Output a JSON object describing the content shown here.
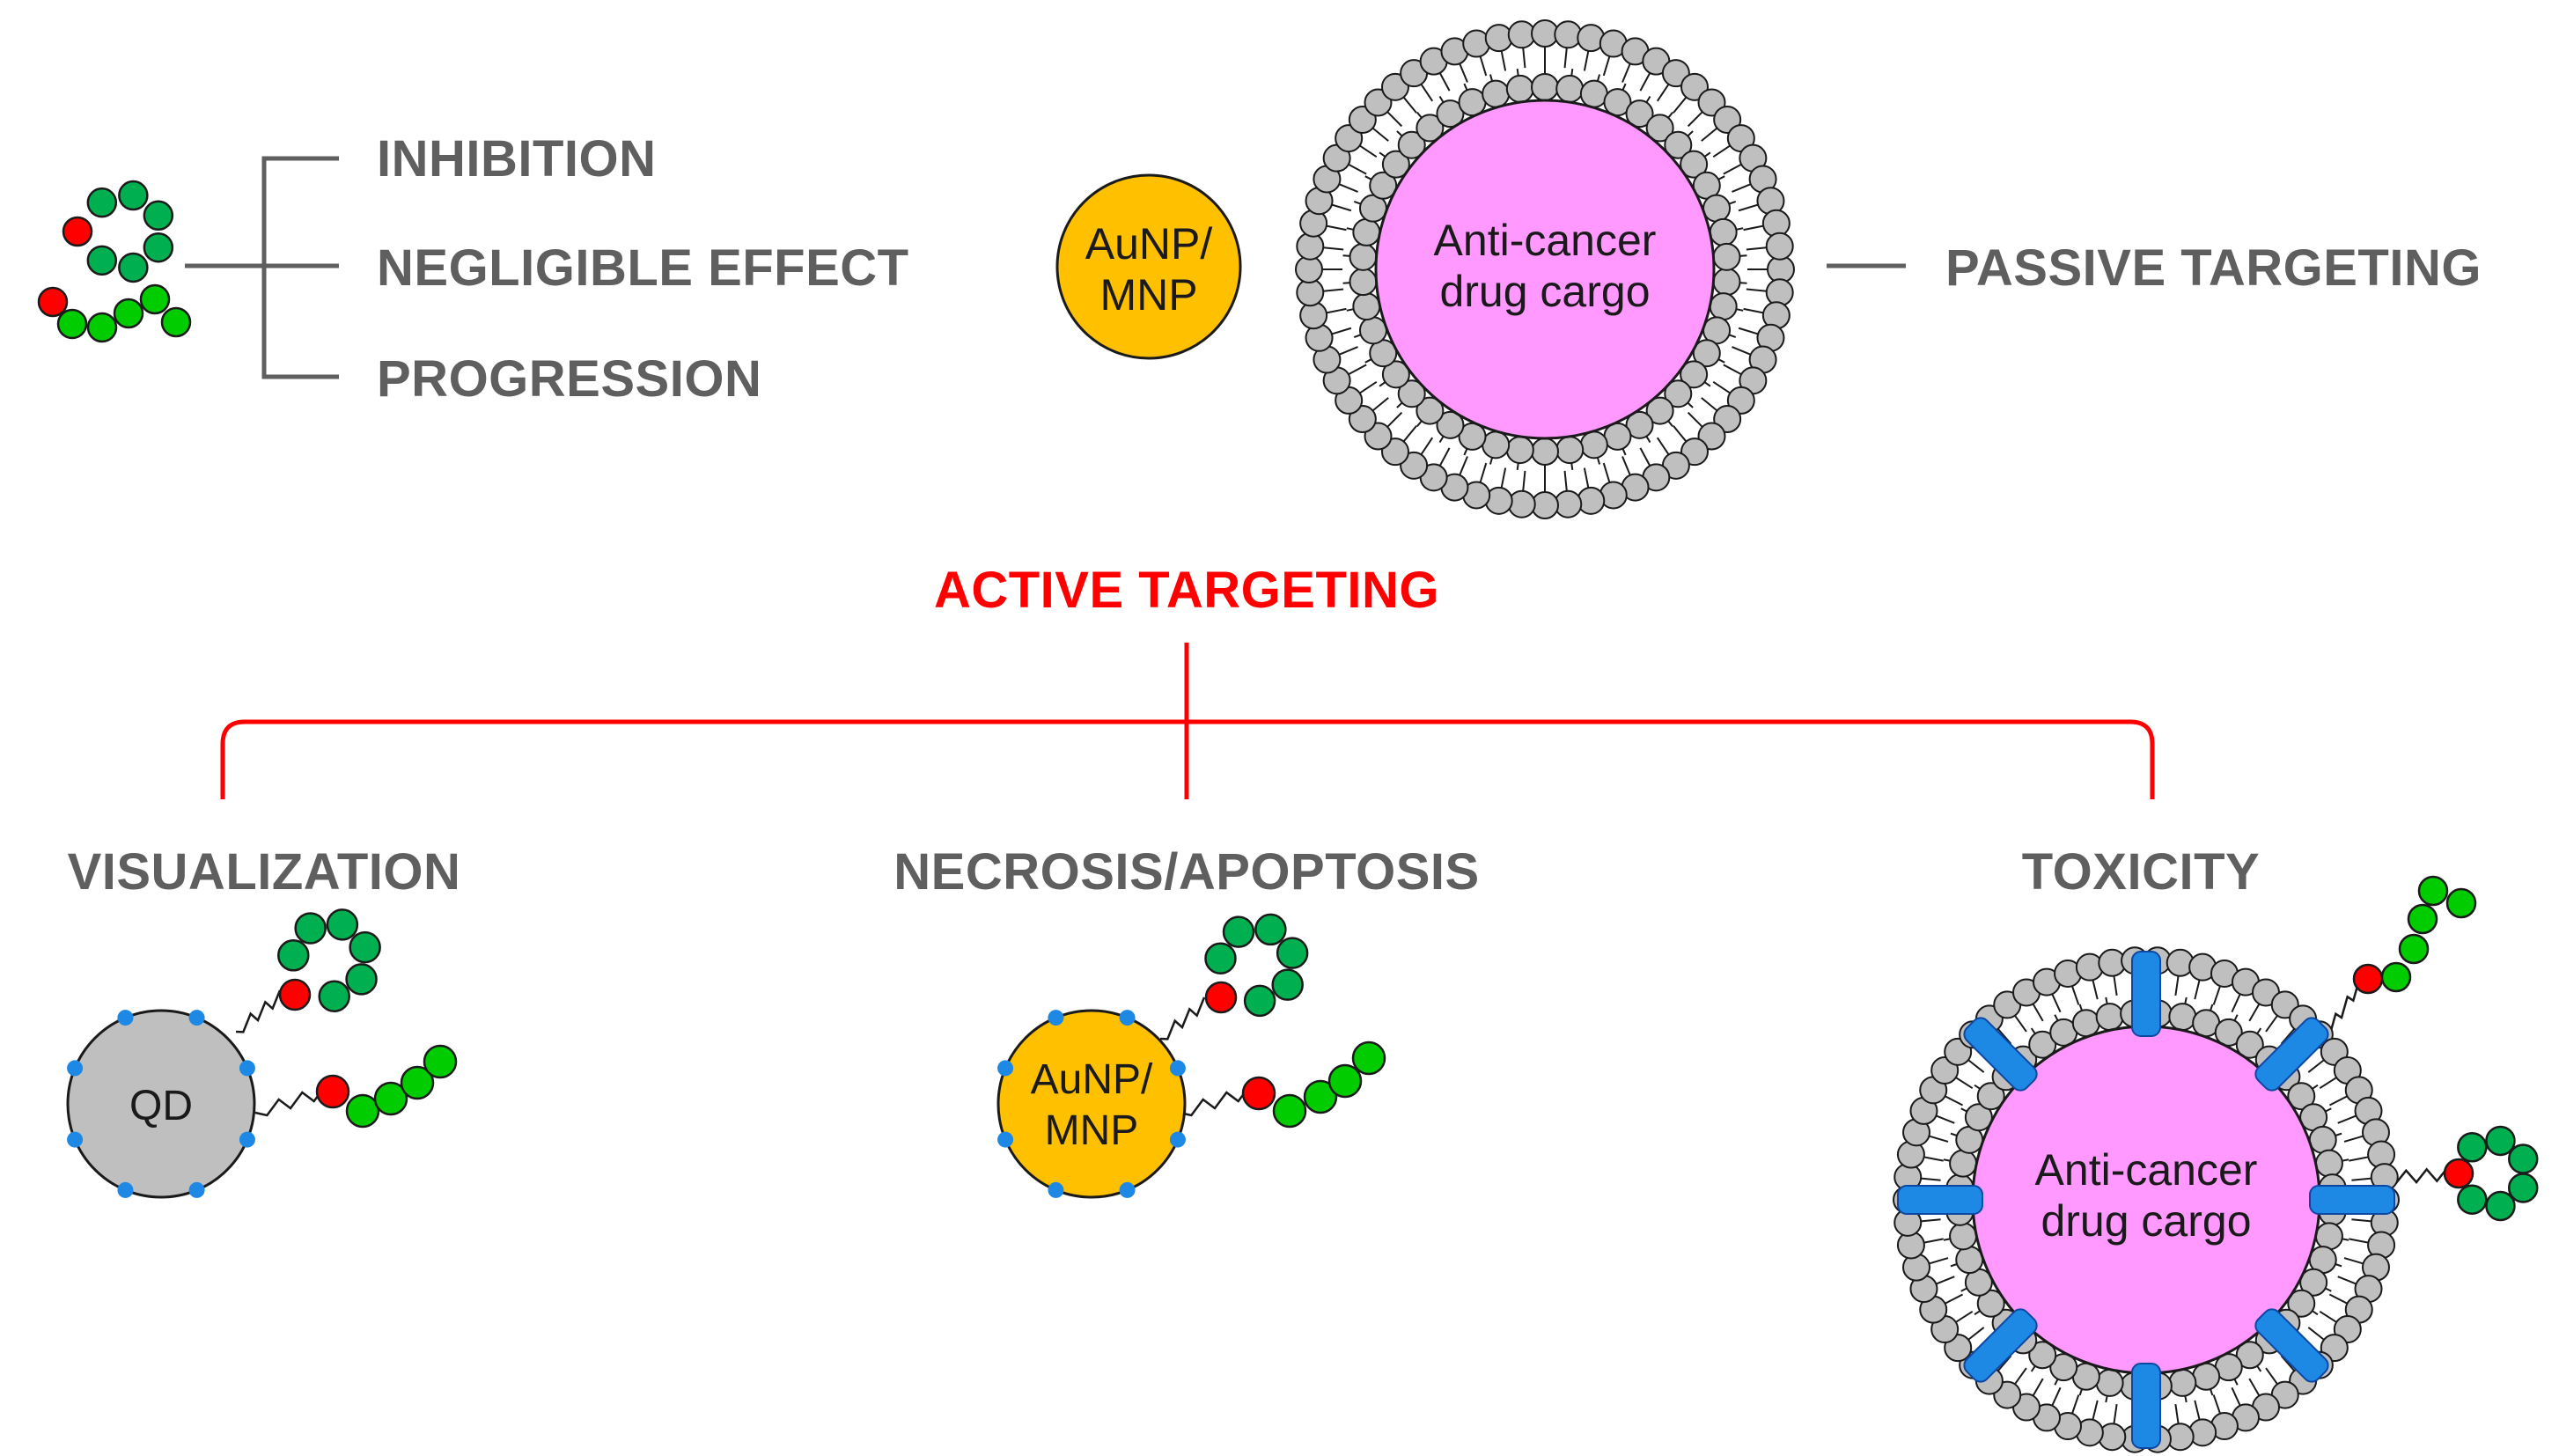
{
  "peptide_outcomes": {
    "inhibition": "INHIBITION",
    "negligible": "NEGLIGIBLE EFFECT",
    "progression": "PROGRESSION"
  },
  "aunp_label": [
    "AuNP/",
    "MNP"
  ],
  "liposome_label": [
    "Anti-cancer",
    "drug cargo"
  ],
  "passive_targeting": "PASSIVE TARGETING",
  "active_targeting": "ACTIVE TARGETING",
  "branches": {
    "visualization": "VISUALIZATION",
    "necrosis": "NECROSIS/APOPTOSIS",
    "toxicity": "TOXICITY"
  },
  "qd_label": "QD",
  "colors": {
    "text_gray": "#5f5f5f",
    "active_red": "#ff0000",
    "gold": "#ffc000",
    "pink": "#ff99ff",
    "membrane_gray": "#bfbfbf",
    "qd_gray": "#bfbfbf",
    "peptide_green": "#00cc00",
    "peptide_teal": "#00b050",
    "peptide_red": "#ff0000",
    "anchor_blue": "#1e88e5"
  }
}
